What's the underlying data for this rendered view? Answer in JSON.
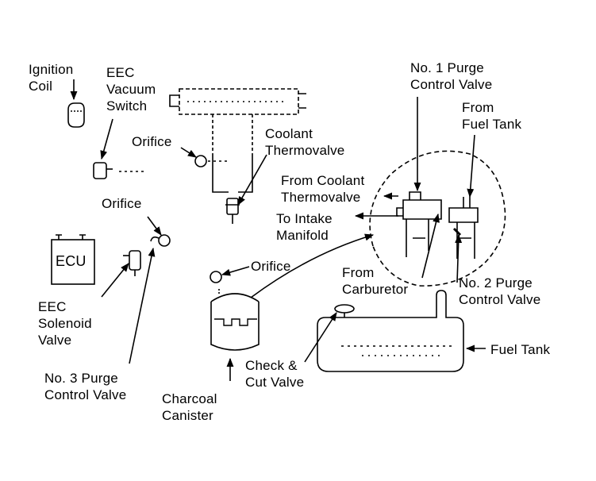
{
  "labels": {
    "ignition_coil": "Ignition\nCoil",
    "eec_vacuum_switch": "EEC\nVacuum\nSwitch",
    "orifice_upper": "Orifice",
    "coolant_thermovalve": "Coolant\nThermovalve",
    "no1_purge_control_valve": "No. 1 Purge\nControl Valve",
    "from_fuel_tank": "From\nFuel Tank",
    "from_coolant_thermovalve": "From Coolant\nThermovalve",
    "to_intake_manifold": "To Intake\nManifold",
    "orifice_left": "Orifice",
    "ecu": "ECU",
    "orifice_mid": "Orifice",
    "from_carburetor": "From\nCarburetor",
    "no2_purge_control_valve": "No. 2 Purge\nControl Valve",
    "eec_solenoid_valve": "EEC\nSolenoid\nValve",
    "fuel_tank": "Fuel Tank",
    "check_cut_valve": "Check &\nCut Valve",
    "no3_purge_control_valve": "No. 3 Purge\nControl Valve",
    "charcoal_canister": "Charcoal\nCanister"
  },
  "colors": {
    "ink": "#000000",
    "paper": "#ffffff"
  }
}
